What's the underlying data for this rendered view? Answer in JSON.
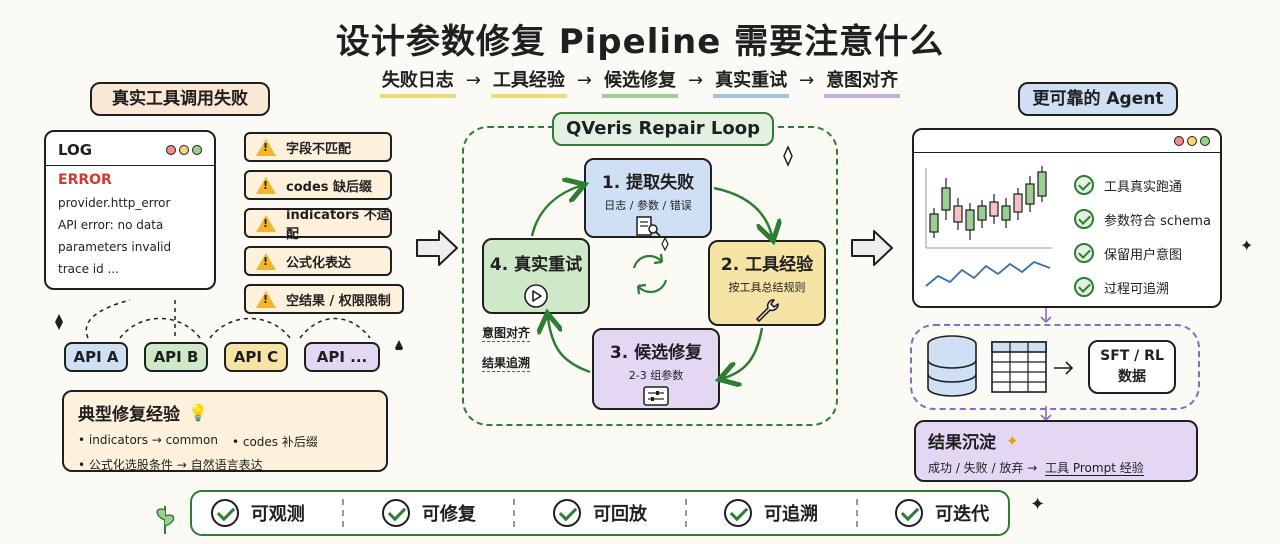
{
  "title": "设计参数修复 Pipeline 需要注意什么",
  "flow": [
    "失败日志",
    "工具经验",
    "候选修复",
    "真实重试",
    "意图对齐"
  ],
  "colors": {
    "yellow": "#f6d774",
    "green": "#cfe8c8",
    "blue": "#cfe0f5",
    "pink": "#f7d1d6",
    "purple": "#e4d7f3",
    "orange": "#f5dcc0"
  },
  "left": {
    "tag": "真实工具调用失败",
    "log": {
      "title": "LOG",
      "error": "ERROR",
      "lines": [
        "provider.http_error",
        "API error: no data",
        "parameters invalid",
        "trace id ..."
      ]
    },
    "warnings": [
      "字段不匹配",
      "codes 缺后缀",
      "indicators 不适配",
      "公式化表达",
      "空结果 / 权限限制"
    ],
    "apis": [
      "API A",
      "API B",
      "API C",
      "API ..."
    ],
    "experience": {
      "title": "典型修复经验",
      "line1a": "indicators → common",
      "line1b": "codes 补后缀",
      "line2": "公式化选股条件 → 自然语言表达"
    }
  },
  "center": {
    "loop_title": "QVeris Repair Loop",
    "steps": [
      {
        "title": "1. 提取失败",
        "sub": "日志 / 参数 / 错误"
      },
      {
        "title": "2. 工具经验",
        "sub": "按工具总结规则"
      },
      {
        "title": "3. 候选修复",
        "sub": "2-3 组参数"
      },
      {
        "title": "4. 真实重试",
        "sub": ""
      }
    ],
    "notes": [
      "意图对齐",
      "结果追溯"
    ]
  },
  "right": {
    "tag": "更可靠的 Agent",
    "checks": [
      "工具真实跑通",
      "参数符合 schema",
      "保留用户意图",
      "过程可追溯"
    ],
    "sft": {
      "line1": "SFT / RL",
      "line2": "数据"
    },
    "result": {
      "title": "结果沉淀",
      "sub": "成功 / 失败 / 放弃 →",
      "sub2": "工具 Prompt 经验"
    }
  },
  "bottom": [
    "可观测",
    "可修复",
    "可回放",
    "可追溯",
    "可迭代"
  ]
}
